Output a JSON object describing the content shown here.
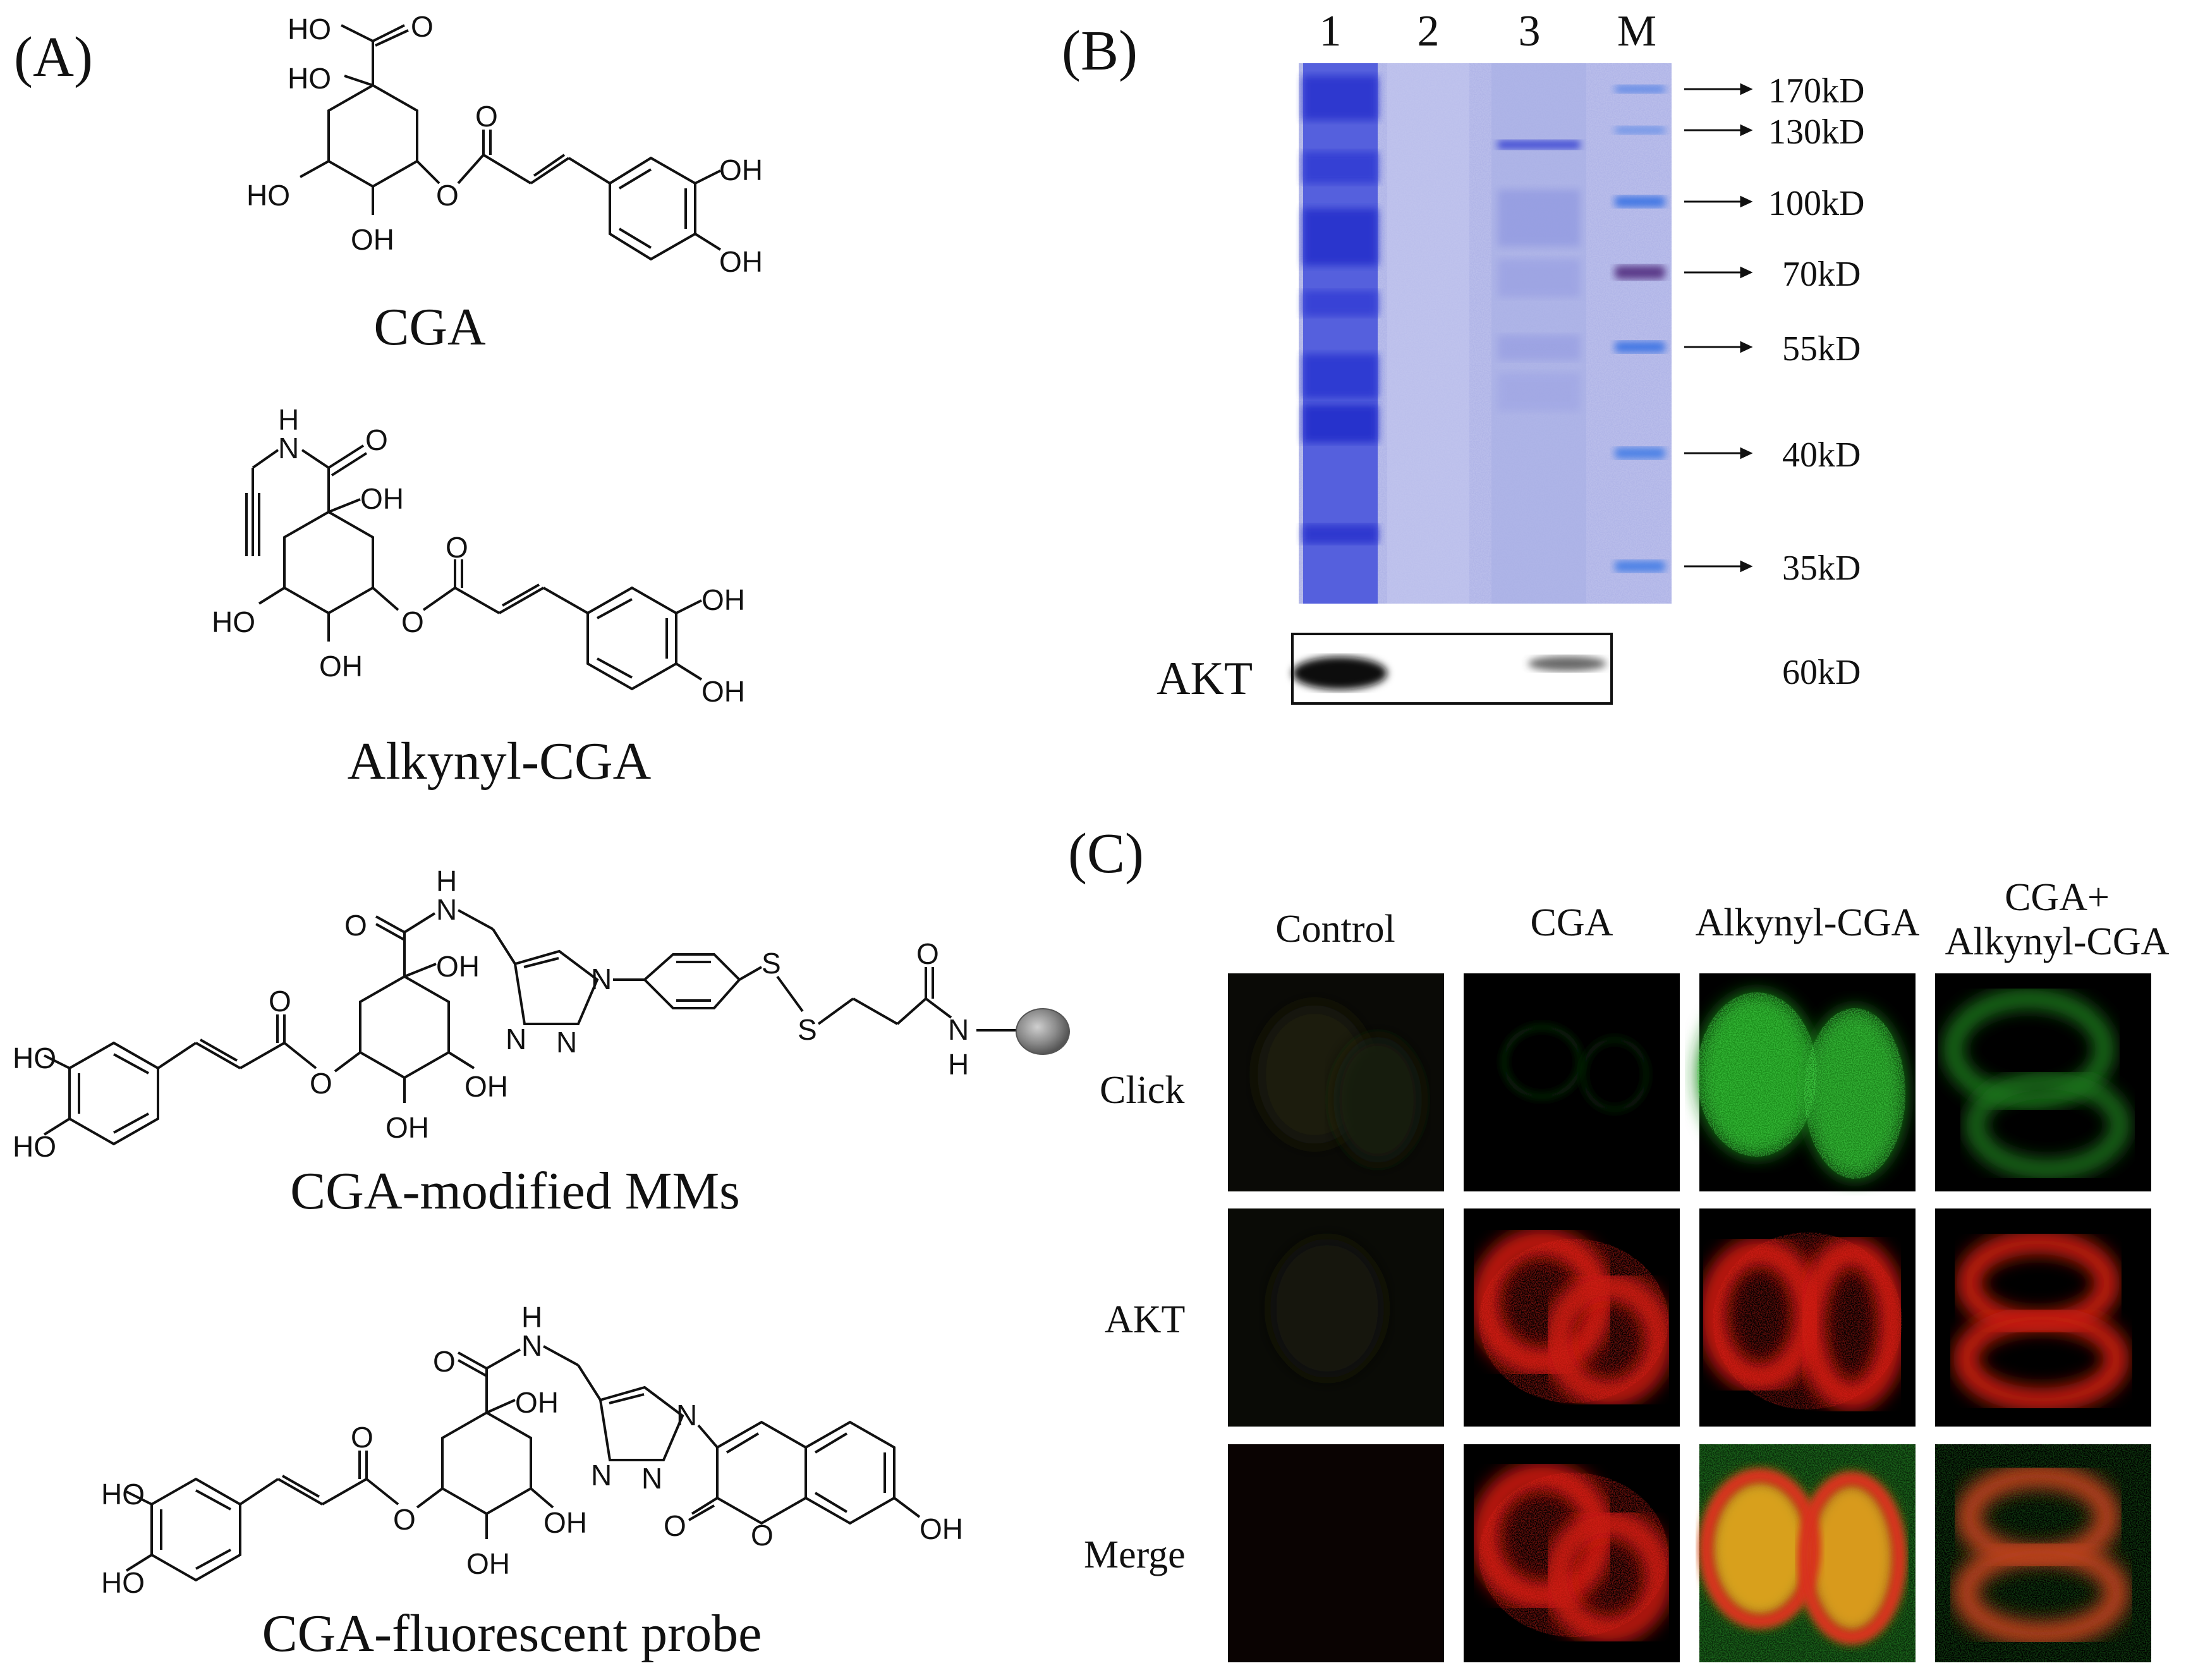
{
  "panel_a": {
    "label": "(A)",
    "structures": [
      {
        "name": "CGA"
      },
      {
        "name": "Alkynyl-CGA"
      },
      {
        "name": "CGA-modified MMs"
      },
      {
        "name": "CGA-fluorescent probe"
      }
    ],
    "atoms": {
      "ho": "HO",
      "oh": "OH",
      "o": "O",
      "h": "H",
      "n": "N",
      "s": "S",
      "nh": "NH"
    }
  },
  "panel_b": {
    "label": "(B)",
    "lanes": [
      "1",
      "2",
      "3",
      "M"
    ],
    "markers": [
      "170kD",
      "130kD",
      "100kD",
      "70kD",
      "55kD",
      "40kD",
      "35kD"
    ],
    "blot_label": "AKT",
    "blot_size": "60kD"
  },
  "panel_c": {
    "label": "(C)",
    "columns": [
      "Control",
      "CGA",
      "Alkynyl-CGA",
      "CGA+",
      "Alkynyl-CGA"
    ],
    "rows": [
      "Click",
      "AKT",
      "Merge"
    ]
  },
  "colors": {
    "gel_bg": "#b8bde9",
    "gel_lane1": "#3a44d8",
    "marker_blue": "#4f7ee0",
    "marker_purple": "#5a3a8a",
    "green_signal": "#38c43a",
    "red_signal": "#e0201a",
    "merge_yellow": "#e0b020"
  }
}
